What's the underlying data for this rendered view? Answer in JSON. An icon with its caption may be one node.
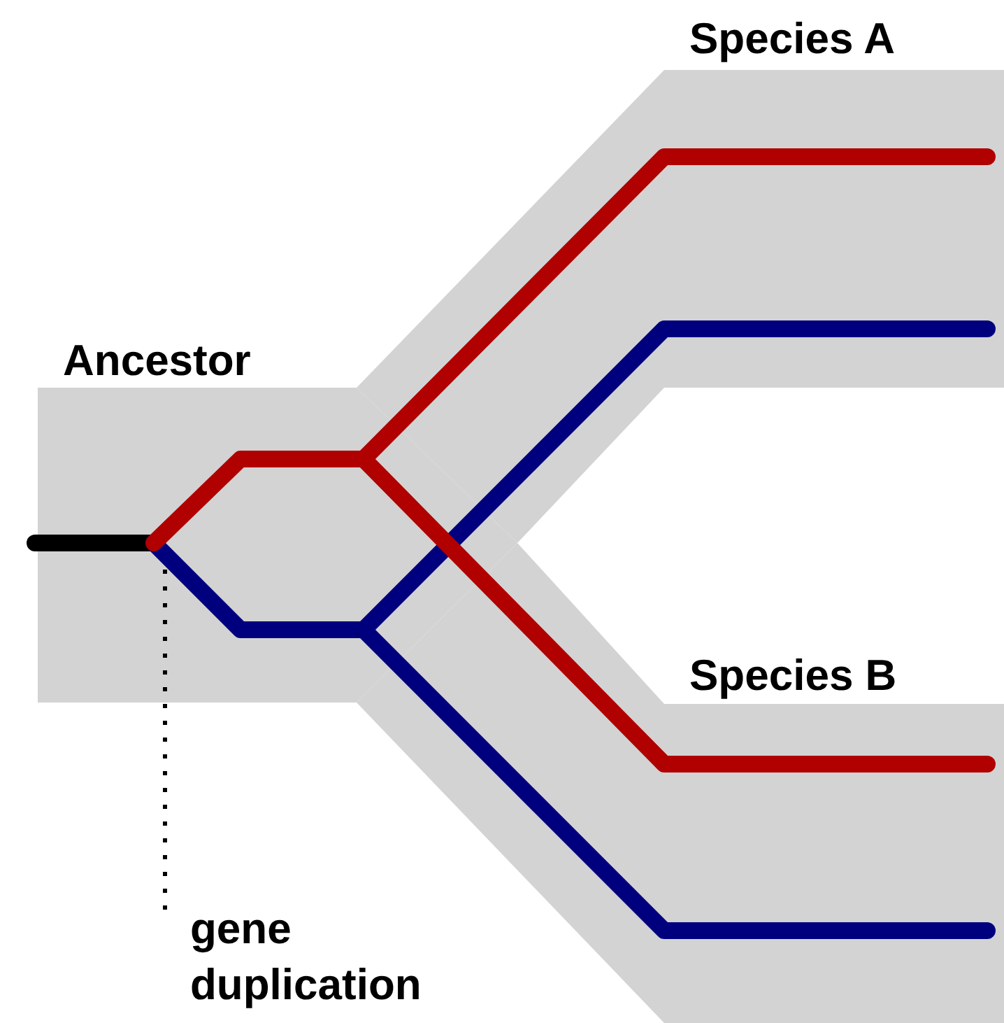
{
  "diagram": {
    "nodes": [
      {
        "text": [
          "Ancestor"
        ]
      },
      {
        "text": [
          "Species A"
        ]
      },
      {
        "text": [
          "Species B"
        ]
      },
      {
        "text": [
          "gene duplication"
        ]
      }
    ],
    "edges": [
      {
        "from": 3,
        "to": 0,
        "arrow": "none",
        "style": "dashed"
      }
    ]
  }
}
